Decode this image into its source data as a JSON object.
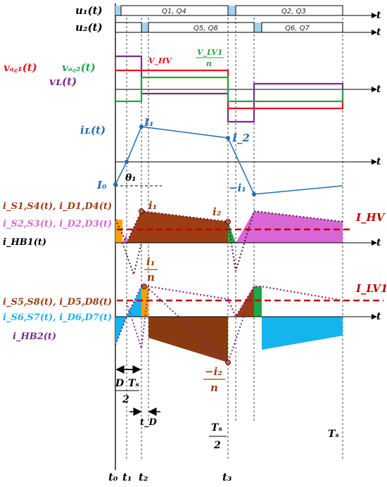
{
  "pulse_labels": {
    "q14": "Q1, Q4",
    "q23": "Q2, Q3",
    "q58": "Q5, Q8",
    "q67": "Q6, Q7"
  },
  "labels": {
    "u1": "u₁(t)",
    "u2": "u₂(t)",
    "vac1": "vₐ꜀₁(t)",
    "vac2": "vₐ꜀₂(t)",
    "vL": "vʟ(t)",
    "vhv": "V_HV",
    "vlv1": "V_LV1",
    "n": "n",
    "iL": "iʟ(t)",
    "i1": "I₁",
    "i_2": "I_2",
    "i0": "I₀",
    "theta": "θ₁",
    "neg_i1": "−i₁",
    "hb1_a": "i_S1,S4(t), i_D1,D4(t)",
    "hb1_b": "i_S2,S3(t), i_D2,D3(t)",
    "hb1_c": "i_HB1(t)",
    "ihv": "I_HV",
    "peak_i1": "i₁",
    "peak_i2": "i₂",
    "hb2_a": "i_S5,S8(t), i_D5,D8(t)",
    "hb2_b": "i_S6,S7(t), i_D6,D7(t)",
    "hb2_c": "i_HB2(t)",
    "ilv1": "I_LV1",
    "frac_i1": "i₁",
    "frac_neg_i2": "−i₂",
    "dts": "D",
    "ts": "Tₛ",
    "two": "2",
    "td": "t_D",
    "ts_half": "Tₛ",
    "ts_full": "Tₛ",
    "t0": "t₀",
    "t1": "t₁",
    "t2": "t₂",
    "t3": "t₃",
    "t": "t"
  },
  "colors": {
    "red": "#e8141c",
    "green": "#1ea84a",
    "purple": "#7a2b8e",
    "blue": "#1f6fb4",
    "brown": "#9c3d12",
    "orange": "#f5a100",
    "pink": "#d966d6",
    "cyan": "#16b4ee",
    "lightblue": "#9fd3ef",
    "darkred": "#c00000"
  }
}
